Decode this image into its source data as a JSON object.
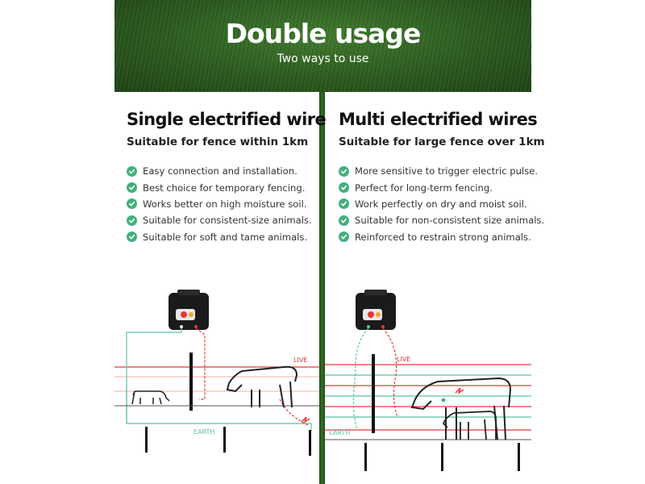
{
  "header": {
    "title": "Double usage",
    "subtitle": "Two ways to use"
  },
  "left": {
    "title": "Single electrified wire",
    "subtitle": "Suitable for fence within 1km",
    "features": [
      "Easy connection and installation.",
      "Best choice for temporary fencing.",
      "Works better on high moisture soil.",
      "Suitable for consistent-size animals.",
      "Suitable for soft and tame animals."
    ],
    "live_label": "LIVE",
    "earth_label": "EARTH"
  },
  "right": {
    "title": "Multi electrified wires",
    "subtitle": "Suitable for large fence over 1km",
    "features": [
      "More sensitive to trigger electric pulse.",
      "Perfect for long-term fencing.",
      "Work perfectly on dry and moist soil.",
      "Suitable for non-consistent size animals.",
      "Reinforced to restrain strong animals."
    ],
    "live_label": "LIVE",
    "earth_label": "EARTH"
  },
  "colors": {
    "check": "#44b07a",
    "live_wire": "#e3393a",
    "earth_wire": "#5cc49c",
    "grass": "#2d5e22"
  },
  "icons": [
    "check-circle-icon",
    "energizer-box-icon",
    "cow-icon",
    "calf-icon",
    "spark-icon",
    "ground-stake-icon"
  ]
}
